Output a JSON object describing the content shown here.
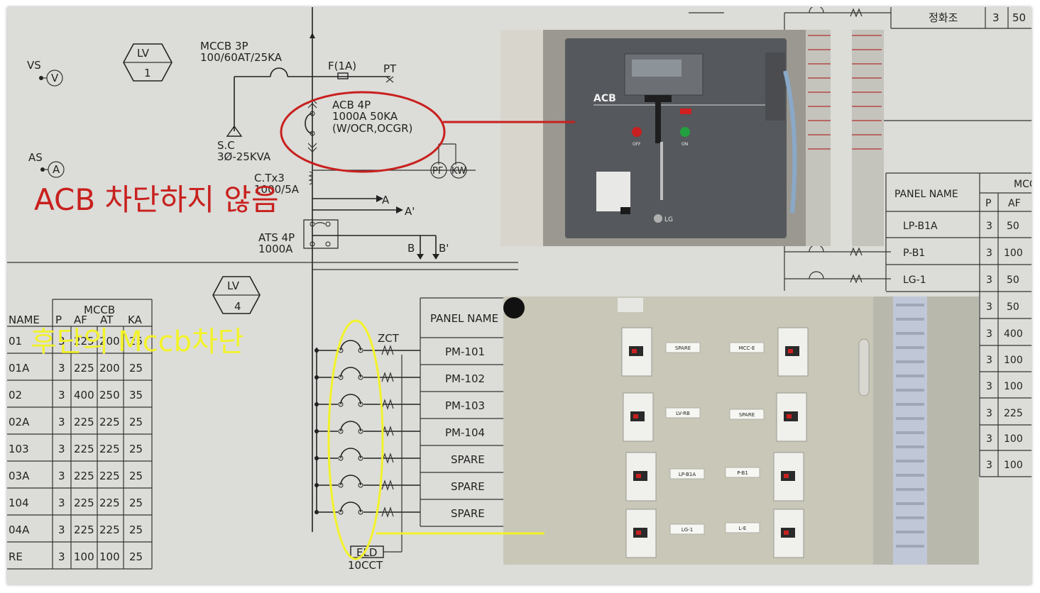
{
  "annotations": {
    "acb_note": "ACB 차단하지 않음",
    "mccb_note": "후단의 Mccb차단"
  },
  "colors": {
    "paper": "#dcdcd8",
    "red_note": "#c8201e",
    "yellow_note": "#f2f22a"
  },
  "top_right_cell": {
    "name": "정화조",
    "p": "3",
    "af": "50"
  },
  "lv1": {
    "label": "LV",
    "number": "1",
    "vs": "VS",
    "as": "AS",
    "v_symbol": "V",
    "a_symbol": "A",
    "mccb_line1": "MCCB 3P",
    "mccb_line2": "100/60AT/25KA",
    "sc_line1": "S.C",
    "sc_line2": "3Ø-25KVA",
    "fuse": "F(1A)",
    "pt": "PT",
    "acb_line1": "ACB 4P",
    "acb_line2": "1000A 50KA",
    "acb_line3": "(W/OCR,OCGR)",
    "pf": "PF",
    "kw": "KW",
    "ct": "C.Tx3",
    "ct_value": "1000/5A",
    "a_out": "A",
    "a_prime_out": "A'",
    "ats_line1": "ATS 4P",
    "ats_line2": "1000A",
    "b_out": "B",
    "b_prime_out": "B'"
  },
  "lv4": {
    "label": "LV",
    "number": "4",
    "zct": "ZCT",
    "eld": "ELD",
    "eld_ct": "10CCT"
  },
  "left_table": {
    "group_header": "MCCB",
    "columns": [
      "NAME",
      "P",
      "AF",
      "AT",
      "KA"
    ],
    "rows": [
      [
        "01",
        "3",
        "225",
        "200",
        "25"
      ],
      [
        "01A",
        "3",
        "225",
        "200",
        "25"
      ],
      [
        "02",
        "3",
        "400",
        "250",
        "35"
      ],
      [
        "02A",
        "3",
        "225",
        "225",
        "25"
      ],
      [
        "103",
        "3",
        "225",
        "225",
        "25"
      ],
      [
        "03A",
        "3",
        "225",
        "225",
        "25"
      ],
      [
        "104",
        "3",
        "225",
        "225",
        "25"
      ],
      [
        "04A",
        "3",
        "225",
        "225",
        "25"
      ],
      [
        "RE",
        "3",
        "100",
        "100",
        "25"
      ]
    ]
  },
  "middle_table": {
    "header": "PANEL NAME",
    "rows": [
      "PM-101",
      "PM-102",
      "PM-103",
      "PM-104",
      "SPARE",
      "SPARE",
      "SPARE"
    ]
  },
  "right_table": {
    "header": "PANEL NAME",
    "group_header": "MCC",
    "columns": [
      "P",
      "AF"
    ],
    "rows": [
      [
        "LP-B1A",
        "3",
        "50"
      ],
      [
        "P-B1",
        "3",
        "100"
      ],
      [
        "LG-1",
        "3",
        "50"
      ],
      [
        "",
        "3",
        "50"
      ],
      [
        "",
        "3",
        "400"
      ],
      [
        "",
        "3",
        "100"
      ],
      [
        "",
        "3",
        "100"
      ],
      [
        "",
        "3",
        "225"
      ],
      [
        "",
        "3",
        "100"
      ],
      [
        "",
        "3",
        "100"
      ]
    ]
  },
  "acb_photo": {
    "brand": "ACB",
    "maker": "LG",
    "off_label": "OFF",
    "on_label": "ON"
  },
  "mccb_photo": {
    "labels": [
      "SPARE",
      "MCC-E",
      "LV-RB",
      "SPARE",
      "LP-B1A",
      "P-B1",
      "LG-1",
      "L-E"
    ]
  }
}
